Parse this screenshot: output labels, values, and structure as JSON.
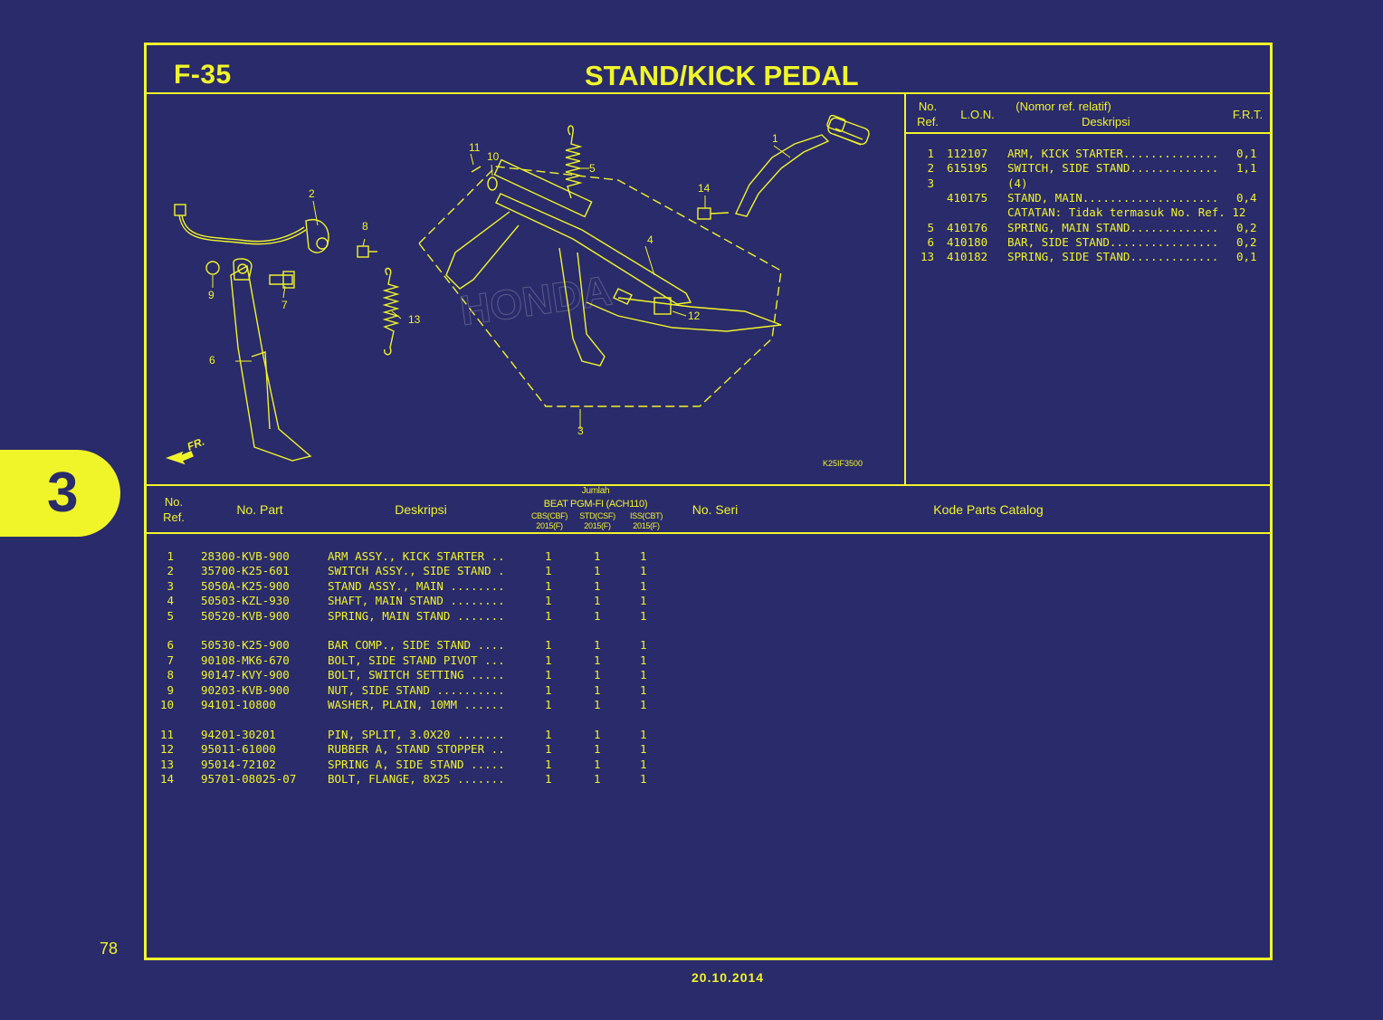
{
  "header": {
    "code": "F-35",
    "title": "STAND/KICK PEDAL"
  },
  "section_tab": "3",
  "page_number": "78",
  "date": "20.10.2014",
  "diagram": {
    "figure_code": "K25IF3500",
    "fr_label": "FR.",
    "callouts": [
      "1",
      "2",
      "3",
      "4",
      "5",
      "6",
      "7",
      "8",
      "9",
      "10",
      "11",
      "12",
      "13",
      "14"
    ]
  },
  "lon_table": {
    "headers": {
      "ref_top": "No.",
      "ref_bottom": "Ref.",
      "lon": "L.O.N.",
      "desc_top": "(Nomor ref. relatif)",
      "desc_bottom": "Deskripsi",
      "frt": "F.R.T."
    },
    "rows": [
      {
        "ref": "1",
        "lon": "112107",
        "desc": "ARM, KICK STARTER..............",
        "frt": "0,1"
      },
      {
        "ref": "2",
        "lon": "615195",
        "desc": "SWITCH, SIDE STAND.............",
        "frt": "1,1"
      },
      {
        "ref": "3",
        "lon": "",
        "desc": "(4)",
        "frt": ""
      },
      {
        "ref": "",
        "lon": "410175",
        "desc": "STAND, MAIN....................",
        "frt": "0,4"
      },
      {
        "ref": "",
        "lon": "",
        "desc": "CATATAN: Tidak termasuk No. Ref. 12",
        "frt": ""
      },
      {
        "ref": "5",
        "lon": "410176",
        "desc": "SPRING, MAIN STAND.............",
        "frt": "0,2"
      },
      {
        "ref": "6",
        "lon": "410180",
        "desc": "BAR, SIDE STAND................",
        "frt": "0,2"
      },
      {
        "ref": "13",
        "lon": "410182",
        "desc": "SPRING, SIDE STAND.............",
        "frt": "0,1"
      }
    ]
  },
  "parts_table": {
    "headers": {
      "ref_top": "No.",
      "ref_bottom": "Ref.",
      "part": "No. Part",
      "desc": "Deskripsi",
      "jumlah": "Jumlah",
      "model": "BEAT PGM-FI (ACH110)",
      "col1_top": "CBS(CBF)",
      "col1_bottom": "2015(F)",
      "col2_top": "STD(CSF)",
      "col2_bottom": "2015(F)",
      "col3_top": "ISS(CBT)",
      "col3_bottom": "2015(F)",
      "serial": "No. Seri",
      "catalog": "Kode Parts Catalog"
    },
    "rows": [
      {
        "ref": "1",
        "part": "28300-KVB-900",
        "desc": "ARM ASSY., KICK STARTER ..",
        "q1": "1",
        "q2": "1",
        "q3": "1"
      },
      {
        "ref": "2",
        "part": "35700-K25-601",
        "desc": "SWITCH ASSY., SIDE STAND .",
        "q1": "1",
        "q2": "1",
        "q3": "1"
      },
      {
        "ref": "3",
        "part": "5050A-K25-900",
        "desc": "STAND ASSY., MAIN ........",
        "q1": "1",
        "q2": "1",
        "q3": "1"
      },
      {
        "ref": "4",
        "part": "50503-KZL-930",
        "desc": "SHAFT, MAIN STAND ........",
        "q1": "1",
        "q2": "1",
        "q3": "1"
      },
      {
        "ref": "5",
        "part": "50520-KVB-900",
        "desc": "SPRING, MAIN STAND .......",
        "q1": "1",
        "q2": "1",
        "q3": "1"
      },
      {
        "ref": "6",
        "part": "50530-K25-900",
        "desc": "BAR COMP., SIDE STAND ....",
        "q1": "1",
        "q2": "1",
        "q3": "1"
      },
      {
        "ref": "7",
        "part": "90108-MK6-670",
        "desc": "BOLT, SIDE STAND PIVOT ...",
        "q1": "1",
        "q2": "1",
        "q3": "1"
      },
      {
        "ref": "8",
        "part": "90147-KVY-900",
        "desc": "BOLT, SWITCH SETTING .....",
        "q1": "1",
        "q2": "1",
        "q3": "1"
      },
      {
        "ref": "9",
        "part": "90203-KVB-900",
        "desc": "NUT, SIDE STAND ..........",
        "q1": "1",
        "q2": "1",
        "q3": "1"
      },
      {
        "ref": "10",
        "part": "94101-10800",
        "desc": "WASHER, PLAIN, 10MM ......",
        "q1": "1",
        "q2": "1",
        "q3": "1"
      },
      {
        "ref": "11",
        "part": "94201-30201",
        "desc": "PIN, SPLIT, 3.0X20 .......",
        "q1": "1",
        "q2": "1",
        "q3": "1"
      },
      {
        "ref": "12",
        "part": "95011-61000",
        "desc": "RUBBER A, STAND STOPPER ..",
        "q1": "1",
        "q2": "1",
        "q3": "1"
      },
      {
        "ref": "13",
        "part": "95014-72102",
        "desc": "SPRING A, SIDE STAND .....",
        "q1": "1",
        "q2": "1",
        "q3": "1"
      },
      {
        "ref": "14",
        "part": "95701-08025-07",
        "desc": "BOLT, FLANGE, 8X25 .......",
        "q1": "1",
        "q2": "1",
        "q3": "1"
      }
    ]
  },
  "colors": {
    "background": "#2a2b6a",
    "line": "#f0f52a"
  }
}
